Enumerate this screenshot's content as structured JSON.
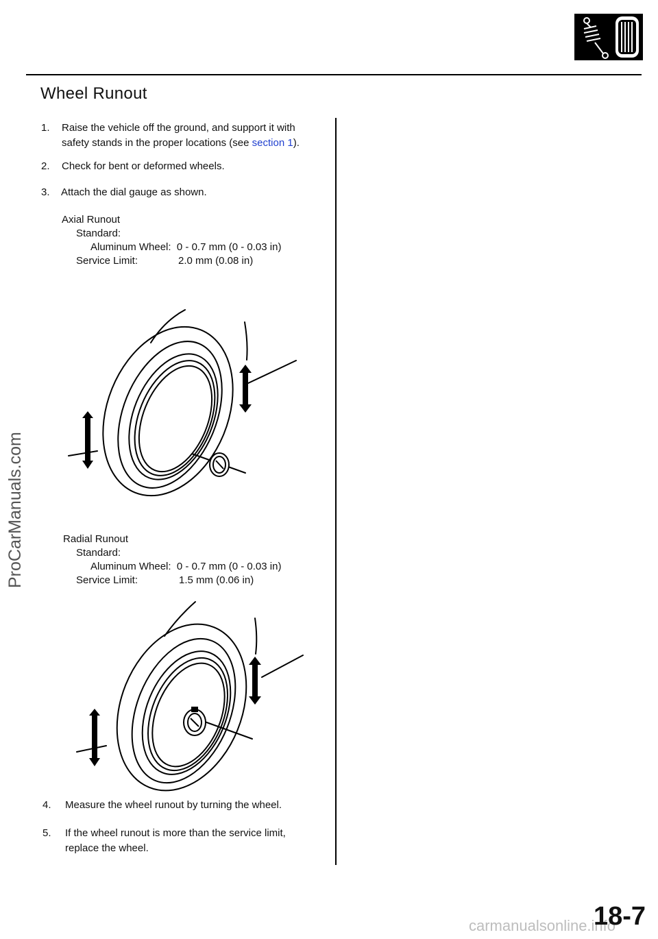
{
  "page": {
    "title": "Wheel Runout",
    "steps": [
      {
        "num": "1.",
        "line1": "Raise the vehicle off the ground, and support it with",
        "line2_before": "safety stands in the proper locations (see ",
        "link": "section 1",
        "line2_after": ")."
      },
      {
        "num": "2.",
        "text": "Check for bent or deformed wheels."
      },
      {
        "num": "3.",
        "text": "Attach the dial gauge as shown."
      },
      {
        "num": "4.",
        "text": "Measure the wheel runout by turning the wheel."
      },
      {
        "num": "5.",
        "line1": "If the wheel runout is more than the service limit,",
        "line2": "replace the wheel."
      }
    ],
    "axial": {
      "heading": "Axial Runout",
      "standard_label": "Standard:",
      "wheel_label": "Aluminum Wheel:",
      "wheel_value": "0 - 0.7 mm (0 - 0.03 in)",
      "limit_label": "Service Limit:",
      "limit_value": "2.0 mm (0.08 in)"
    },
    "radial": {
      "heading": "Radial Runout",
      "standard_label": "Standard:",
      "wheel_label": "Aluminum Wheel:",
      "wheel_value": "0 - 0.7 mm (0 - 0.03 in)",
      "limit_label": "Service Limit:",
      "limit_value": "1.5 mm (0.06 in)"
    },
    "page_number": "18-7",
    "watermark": "ProCarManuals.com",
    "footer_site": "carmanualsonline.info",
    "section_icon": "suspension-wheel-icon",
    "link_color": "#1f3fcf"
  }
}
